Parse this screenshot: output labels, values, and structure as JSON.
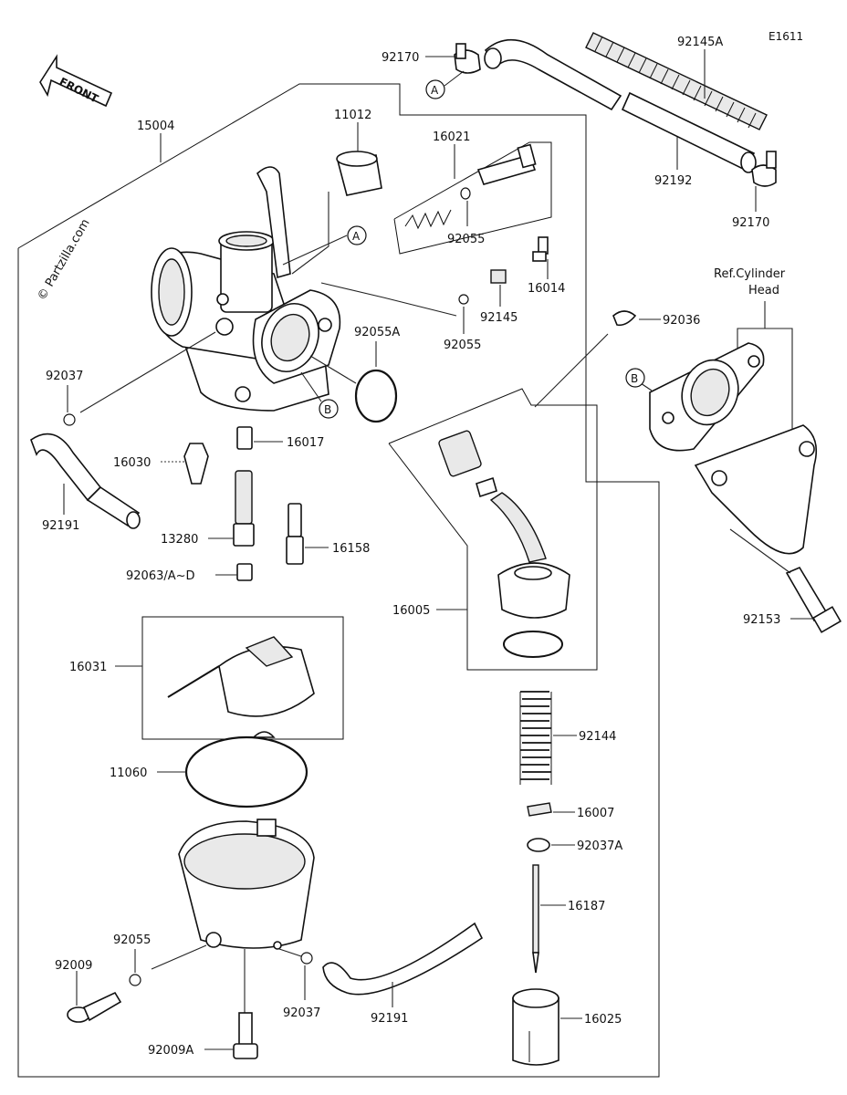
{
  "diagram": {
    "code": "E1611",
    "watermark": "© Partzilla.com",
    "front_label": "FRONT",
    "ref_label_line1": "Ref.Cylinder",
    "ref_label_line2": "Head",
    "callouts": {
      "A_top": "A",
      "A_mid": "A",
      "B_mid": "B",
      "B_right": "B"
    },
    "part_labels": {
      "p92170a": "92170",
      "p92145A": "92145A",
      "p92192": "92192",
      "p92170b": "92170",
      "p15004": "15004",
      "p11012": "11012",
      "p16021": "16021",
      "p92055a": "92055",
      "p16014": "16014",
      "p92145": "92145",
      "p92055b": "92055",
      "p92036": "92036",
      "p92055A": "92055A",
      "p92037a": "92037",
      "p16030": "16030",
      "p16017": "16017",
      "p92191a": "92191",
      "p13280": "13280",
      "p16158": "16158",
      "p92063": "92063/A~D",
      "p16005": "16005",
      "p92153": "92153",
      "p16031": "16031",
      "p92144": "92144",
      "p11060": "11060",
      "p16007": "16007",
      "p92037A": "92037A",
      "p16187": "16187",
      "p92055c": "92055",
      "p92009": "92009",
      "p92037b": "92037",
      "p92191b": "92191",
      "p16025": "16025",
      "p92009A": "92009A"
    }
  }
}
